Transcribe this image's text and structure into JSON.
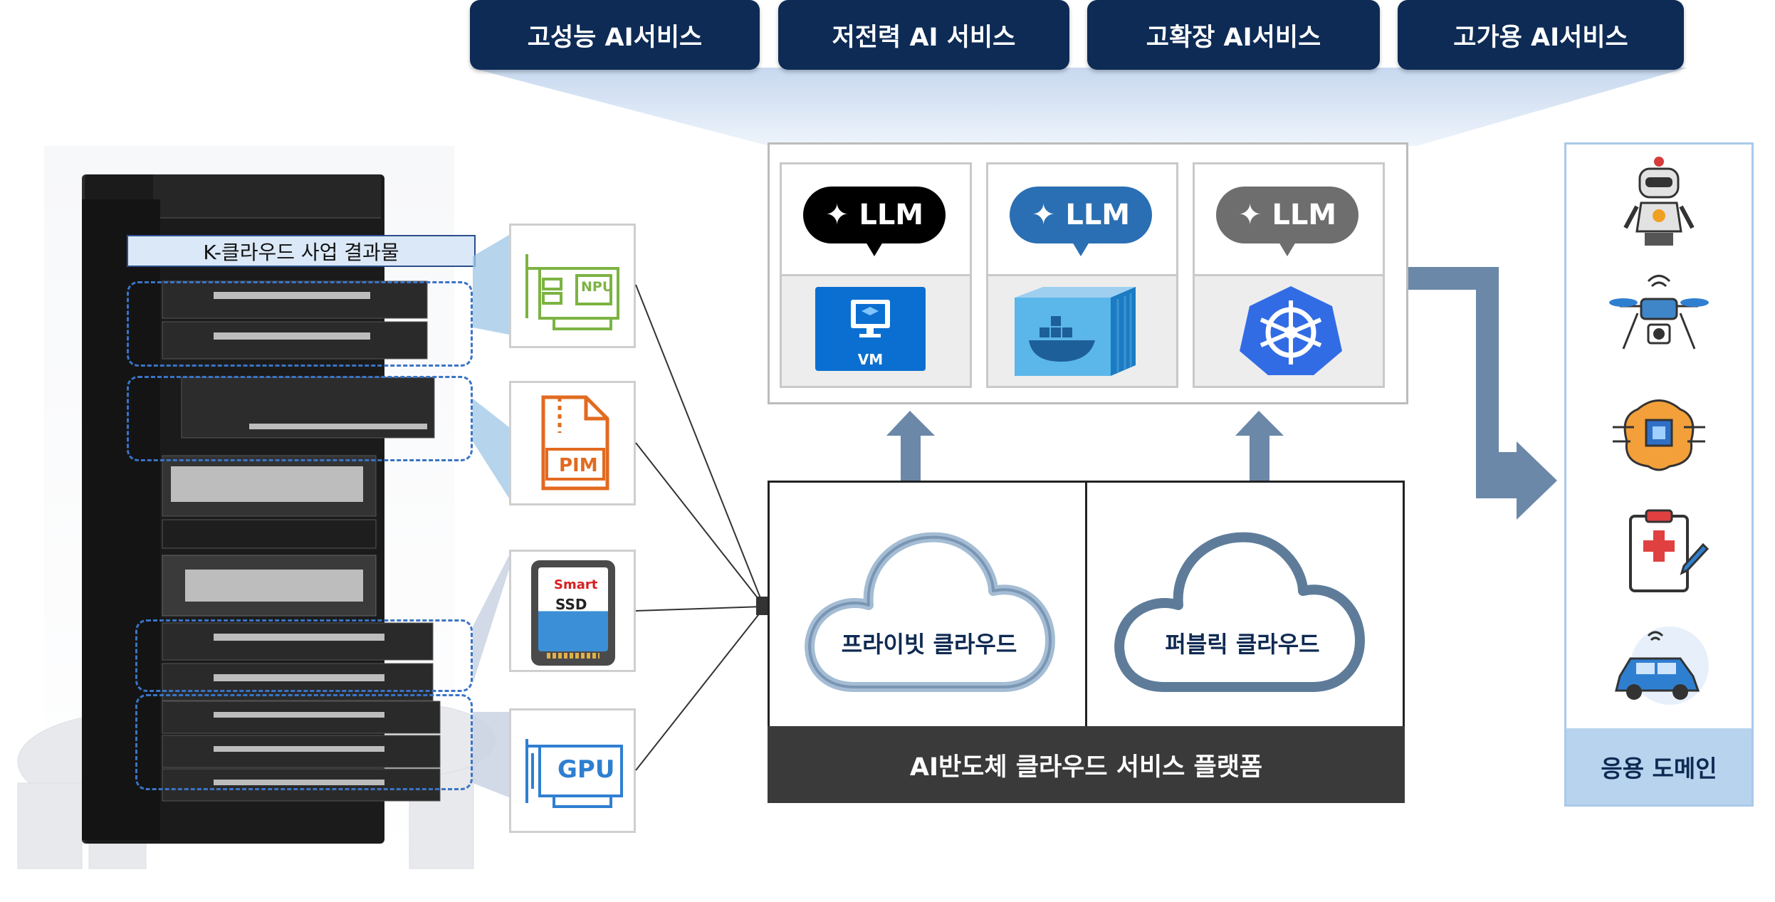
{
  "services": [
    "고성능 AI서비스",
    "저전력 AI 서비스",
    "고확장 AI서비스",
    "고가용 AI서비스"
  ],
  "rack": {
    "label": "K-클라우드 사업 결과물"
  },
  "chips": {
    "npu": "NPU",
    "pim": "PIM",
    "smart": "Smart",
    "ssd": "SSD",
    "gpu": "GPU"
  },
  "llm": {
    "label": "LLM"
  },
  "vm": {
    "label": "VM"
  },
  "clouds": {
    "private": "프라이빗 클라우드",
    "public": "퍼블릭 클라우드"
  },
  "platform": {
    "label": "AI반도체 클라우드 서비스 플랫폼"
  },
  "domain": {
    "label": "응용 도메인"
  },
  "colors": {
    "navy": "#0d2b55",
    "arrow": "#6b88a8",
    "platform_bar": "#3a3a3a",
    "domain_panel": "#b7d3ee"
  }
}
